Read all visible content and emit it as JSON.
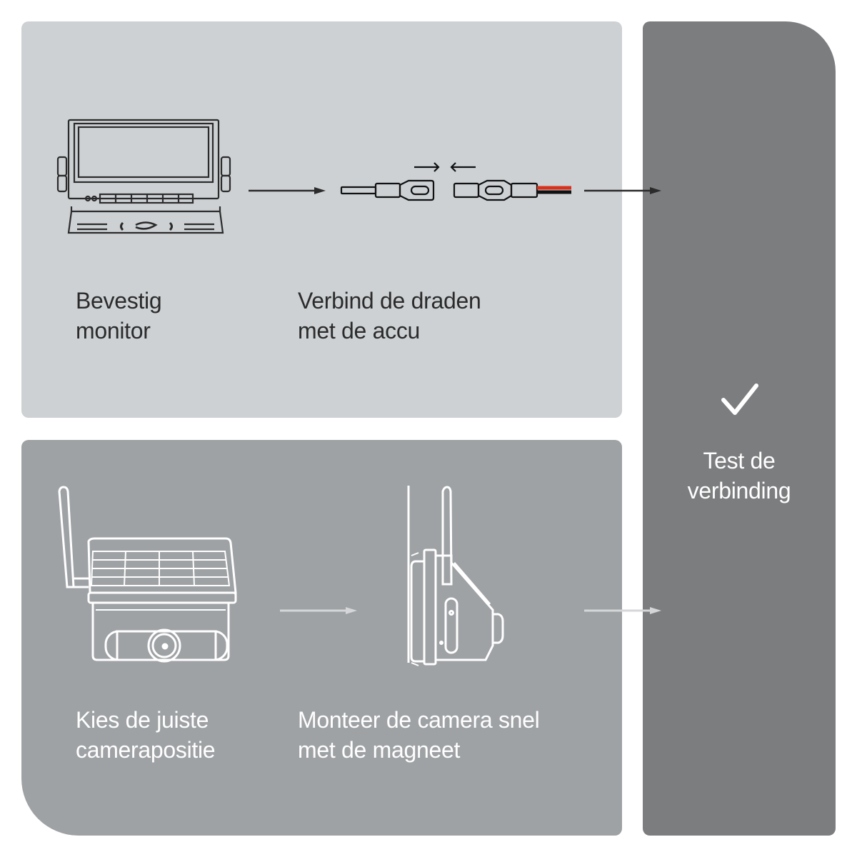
{
  "steps": [
    {
      "id": "mount-monitor",
      "line1": "Bevestig",
      "line2": "monitor",
      "icon": "monitor-icon"
    },
    {
      "id": "connect-wires",
      "line1": "Verbind de draden",
      "line2": "met de accu",
      "icon": "wire-connector-icon"
    },
    {
      "id": "camera-position",
      "line1": "Kies de juiste",
      "line2": "camerapositie",
      "icon": "solar-camera-icon"
    },
    {
      "id": "mount-camera",
      "line1": "Monteer de camera snel",
      "line2": "met de magneet",
      "icon": "camera-magnet-mount-icon"
    },
    {
      "id": "test-connection",
      "line1": "Test de",
      "line2": "verbinding",
      "icon": "checkmark-icon"
    }
  ],
  "colors": {
    "panel_top": "#cdd1d4",
    "panel_bottom": "#9fa2a5",
    "panel_right": "#7c7d7f",
    "dark_line": "#2b2b2b",
    "wire_red": "#d9301c",
    "light_arrow": "#d4d6d8"
  }
}
